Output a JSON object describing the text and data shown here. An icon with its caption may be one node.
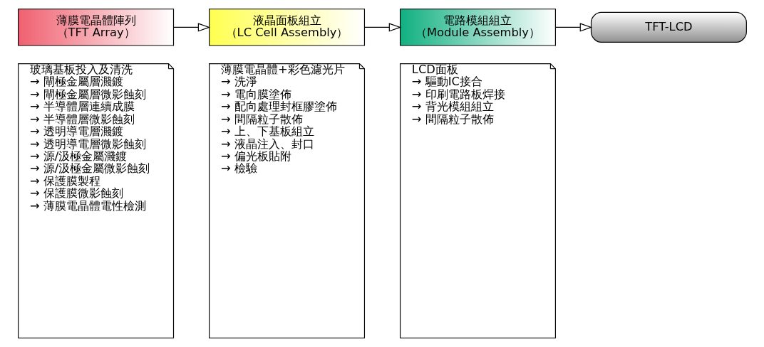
{
  "diagram": {
    "nodes": [
      {
        "text": [
          "薄膜電晶體陣列",
          "（TFT Array）"
        ]
      },
      {
        "text": [
          "液晶面板組立",
          "（LC Cell Assembly）"
        ]
      },
      {
        "text": [
          "電路模組組立",
          "（Module Assembly）"
        ]
      },
      {
        "text": [
          "TFT-LCD"
        ]
      },
      {
        "text": [
          "玻璃基板投入及清洗",
          "→ 閘極金屬層濺鍍",
          "→ 閘極金屬層微影蝕刻",
          "→ 半導體層連續成膜",
          "→ 半導體層微影蝕刻",
          "→ 透明導電層濺鍍",
          "→ 透明導電層微影蝕刻",
          "→ 源/汲極金屬濺鍍",
          "→ 源/汲極金屬微影蝕刻",
          "→ 保護膜製程",
          "→ 保護膜微影蝕刻",
          "→ 薄膜電晶體電性檢測"
        ]
      },
      {
        "text": [
          "薄膜電晶體+彩色濾光片",
          "→ 洗淨",
          "→ 電向膜塗佈",
          "→ 配向處理封框膠塗佈",
          "→ 間隔粒子散佈",
          "→ 上、下基板組立",
          "→ 液晶注入、封口",
          "→ 偏光板貼附",
          "→ 檢驗"
        ]
      },
      {
        "text": [
          "LCD面板",
          "→ 驅動IC接合",
          "→ 印刷電路板焊接",
          "→ 背光模組組立",
          "→ 間隔粒子散佈"
        ]
      }
    ],
    "edges": [
      {
        "from": 0,
        "to": 1,
        "arrow": "to"
      },
      {
        "from": 1,
        "to": 2,
        "arrow": "to"
      },
      {
        "from": 2,
        "to": 3,
        "arrow": "to"
      }
    ]
  }
}
